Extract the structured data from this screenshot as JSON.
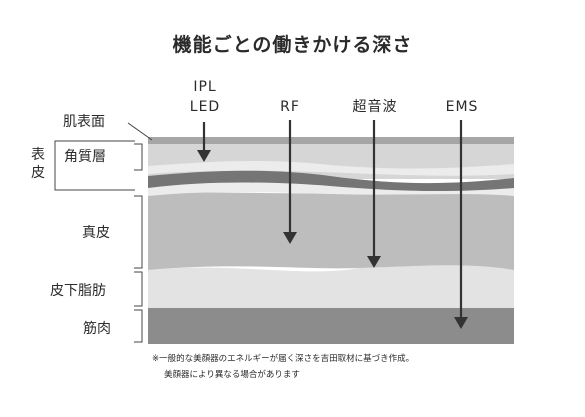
{
  "title": "機能ごとの働きかける深さ",
  "techniques": [
    {
      "line1": "IPL",
      "line2": "LED"
    },
    {
      "line1": "",
      "line2": "RF"
    },
    {
      "line1": "",
      "line2": "超音波"
    },
    {
      "line1": "",
      "line2": "EMS"
    }
  ],
  "layers": {
    "skin_surface": "肌表面",
    "epidermis_group": "表皮",
    "stratum_corneum": "角質層",
    "dermis": "真皮",
    "subcutaneous": "皮下脂肪",
    "muscle": "筋肉"
  },
  "notes": [
    "※一般的な美顔器のエネルギーが届く深さを吉田取材に基づき作成。",
    "美顔器により異なる場合があります"
  ],
  "colors": {
    "surface": "#a6a6a6",
    "epidermis": "#d6d6d6",
    "band_light": "#ececec",
    "band_dark": "#757575",
    "dermis": "#bdbdbd",
    "fat": "#e3e3e3",
    "muscle": "#8c8c8c",
    "arrow": "#333333"
  }
}
